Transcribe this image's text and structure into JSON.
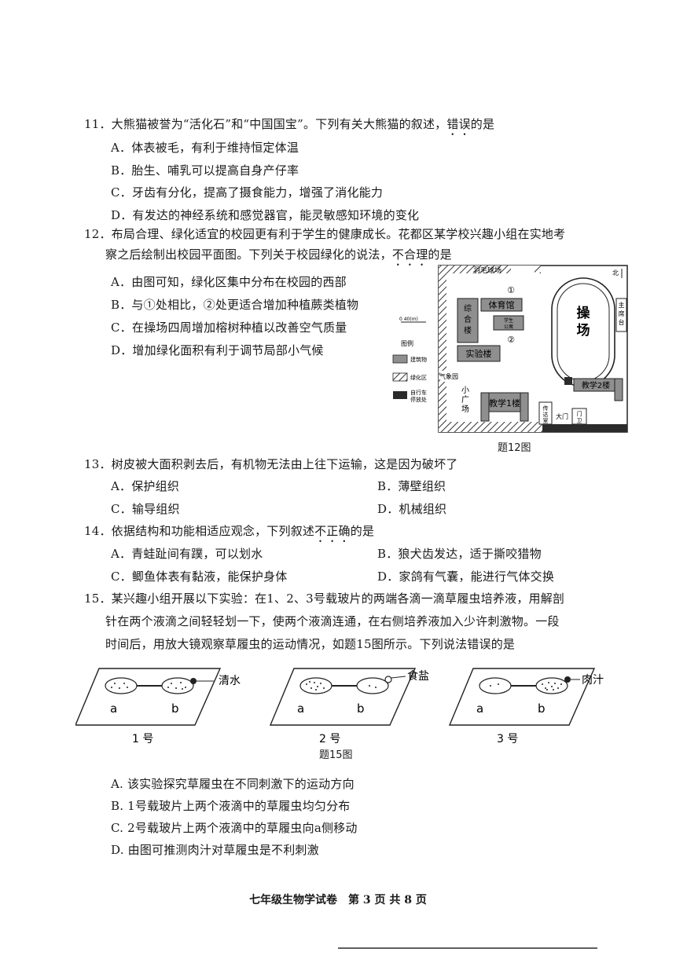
{
  "q11": {
    "stem_a": "11．大熊猫被誉为“活化石”和“中国国宝”。下列有关大熊猫的叙述，",
    "stem_em": "错误",
    "stem_b": "的是",
    "options": [
      "A．体表被毛，有利于维持恒定体温",
      "B．胎生、哺乳可以提高自身产仔率",
      "C．牙齿有分化，提高了摄食能力，增强了消化能力",
      "D．有发达的神经系统和感觉器官，能灵敏感知环境的变化"
    ]
  },
  "q12": {
    "stem_line1": "12．布局合理、绿化适宜的校园更有利于学生的健康成长。花都区某学校兴趣小组在实地考",
    "stem_line2_a": "察之后绘制出校园平面图。下列关于校园绿化的说法，",
    "stem_line2_em": "不合理",
    "stem_line2_b": "的是",
    "options": [
      "A．由图可知，绿化区集中分布在校园的西部",
      "B．与①处相比，②处更适合增加种植蕨类植物",
      "C．在操场四周增加榕树种植以改善空气质量",
      "D．增加绿化面积有利于调节局部小气候"
    ],
    "map": {
      "caption": "题12图",
      "badminton": "羽毛球场",
      "north": "北",
      "playground": "操场",
      "rostrum": [
        "主",
        "席",
        "台"
      ],
      "gym": "体育馆",
      "complex": [
        "综",
        "合",
        "楼"
      ],
      "small_bldg": [
        "学生",
        "公寓"
      ],
      "mark1": "①",
      "mark2": "②",
      "lab": "实验楼",
      "scale": "0     40(m)",
      "legend_title": "图例",
      "legend_building": "建筑物",
      "legend_green": "绿化区",
      "legend_bike": [
        "自行车",
        "停放处"
      ],
      "weather": "气象园",
      "square": [
        "小",
        "广",
        "场"
      ],
      "teach1": "教学1楼",
      "teach2": "教学2楼",
      "mailroom": [
        "传",
        "达",
        "室"
      ],
      "gate": "大门",
      "guard": [
        "门",
        "卫"
      ]
    }
  },
  "q13": {
    "stem": "13．树皮被大面积剥去后，有机物无法由上往下运输，这是因为破坏了",
    "options": [
      "A．保护组织",
      "B．薄壁组织",
      "C．输导组织",
      "D．机械组织"
    ]
  },
  "q14": {
    "stem_a": "14．依据结构和功能相适应观念，下列叙述",
    "stem_em": "不正确",
    "stem_b": "的是",
    "options": [
      "A．青蛙趾间有蹼，可以划水",
      "B．狼犬齿发达，适于撕咬猎物",
      "C．鲫鱼体表有黏液，能保护身体",
      "D．家鸽有气囊，能进行气体交换"
    ]
  },
  "q15": {
    "stem_line1": "15．某兴趣小组开展以下实验：在1、2、3号载玻片的两端各滴一滴草履虫培养液，用解剖",
    "stem_line2": "针在两个液滴之间轻轻划一下，使两个液滴连通，在右侧培养液加入少许刺激物。一段",
    "stem_line3": "时间后，用放大镜观察草履虫的运动情况，如题15图所示。下列说法错误的是",
    "slides": [
      {
        "a": "a",
        "b": "b",
        "stim": "清水",
        "num": "1 号"
      },
      {
        "a": "a",
        "b": "b",
        "stim": "食盐",
        "num": "2 号"
      },
      {
        "a": "a",
        "b": "b",
        "stim": "肉汁",
        "num": "3 号"
      }
    ],
    "caption": "题15图",
    "options": [
      "A. 该实验探究草履虫在不同刺激下的运动方向",
      "B. 1号载玻片上两个液滴中的草履虫均匀分布",
      "C. 2号载玻片上两个液滴中的草履虫向a侧移动",
      "D. 由图可推测肉汁对草履虫是不利刺激"
    ]
  },
  "footer": "七年级生物学试卷　第 3 页 共 8 页"
}
